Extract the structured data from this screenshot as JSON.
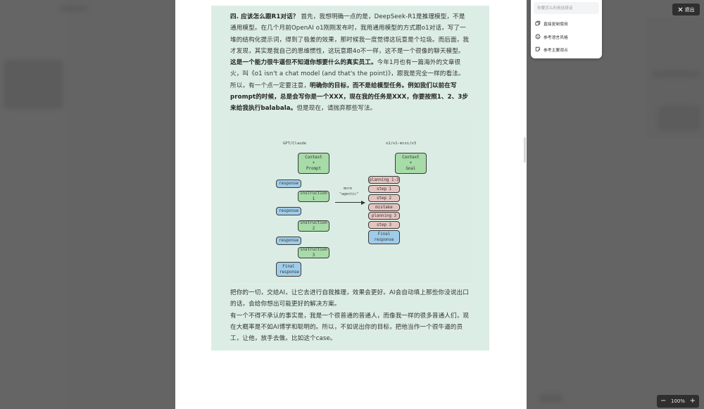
{
  "menu": {
    "input_placeholder": "你要怎么利用这段话",
    "items": [
      {
        "icon": "copy-icon",
        "label": "直接复制使用"
      },
      {
        "icon": "style-palette-icon",
        "label": "参考语言风格"
      },
      {
        "icon": "idea-note-icon",
        "label": "参考主要观点"
      }
    ]
  },
  "exit_button": {
    "icon": "close-icon",
    "label": "退出"
  },
  "zoom": {
    "minus": "−",
    "value": "100%",
    "plus": "+"
  },
  "excerpt": {
    "p1_heading": "四. 应该怎么跟R1对话？",
    "p1_text": "首先，我想明确一点的是，DeepSeek-R1是推理模型，不是通用模型。在几个月前OpenAI o1刚刚发布时，我用通用模型的方式跟o1对话，写了一堆的结构化提示词，得到了极差的效果，那时候我一度觉得这玩意是个垃圾。而后面，我才发现，其实是我自己的思维惯性，这玩意跟4o不一样，这不是一个很像的聊天模型。",
    "p2_bold": "这是一个能力很牛逼但不知道你想要什么的真实员工。",
    "p2_text": "今年1月也有一篇海外的文章很火，叫《o1 isn't a chat model (and that's the point)》，跟我是完全一样的看法。",
    "p3_text": "所以，有一个点一定要注意，",
    "p3_bold": "明确你的目标，而不是给模型任务。例如我们以前在写prompt的时候，总是会写你是一个XXX，现在我的任务是XXX，你要按照1、2、3步来给我执行balabala。",
    "p3_tail": "但是现在，请抛弃那些写法。",
    "p4_text": "把你的一切，交给AI，让它去进行自我推理，效果会更好。AI会自动填上那些你没说出口的话，会给你想出可能更好的解决方案。",
    "p5_text": "有一个不得不承认的事实是，我是一个很普通的普通人，而像我一样的很多普通人们，现在大概率是不如AI博学和聪明的。所以，不如说出你的目标，把他当作一个很牛逼的员工，让他，放手去做。比如这个case。"
  },
  "diagram": {
    "left_title": "GPT/Claude",
    "right_title": "o1/o1-mini/o3",
    "arrow_label_1": "more",
    "arrow_label_2": "\"agentic\"",
    "left_top": [
      "Context",
      "+",
      "Prompt"
    ],
    "left_flow": [
      {
        "type": "response",
        "label": "response"
      },
      {
        "type": "instruction",
        "label": "instruction 1"
      },
      {
        "type": "response",
        "label": "response"
      },
      {
        "type": "instruction",
        "label": "instruction 2"
      },
      {
        "type": "response",
        "label": "response"
      },
      {
        "type": "instruction",
        "label": "instruction 3"
      },
      {
        "type": "final",
        "label": "Final response"
      }
    ],
    "right_top": [
      "Context",
      "+",
      "Goal"
    ],
    "right_steps": [
      "planning 1-3",
      "step 1",
      "step 2",
      "mistake",
      "planning 3",
      "step 3"
    ],
    "right_final": "Final response",
    "colors": {
      "green": "#a7dba8",
      "blue": "#9fcde9",
      "pink": "#e4c4bf"
    }
  }
}
